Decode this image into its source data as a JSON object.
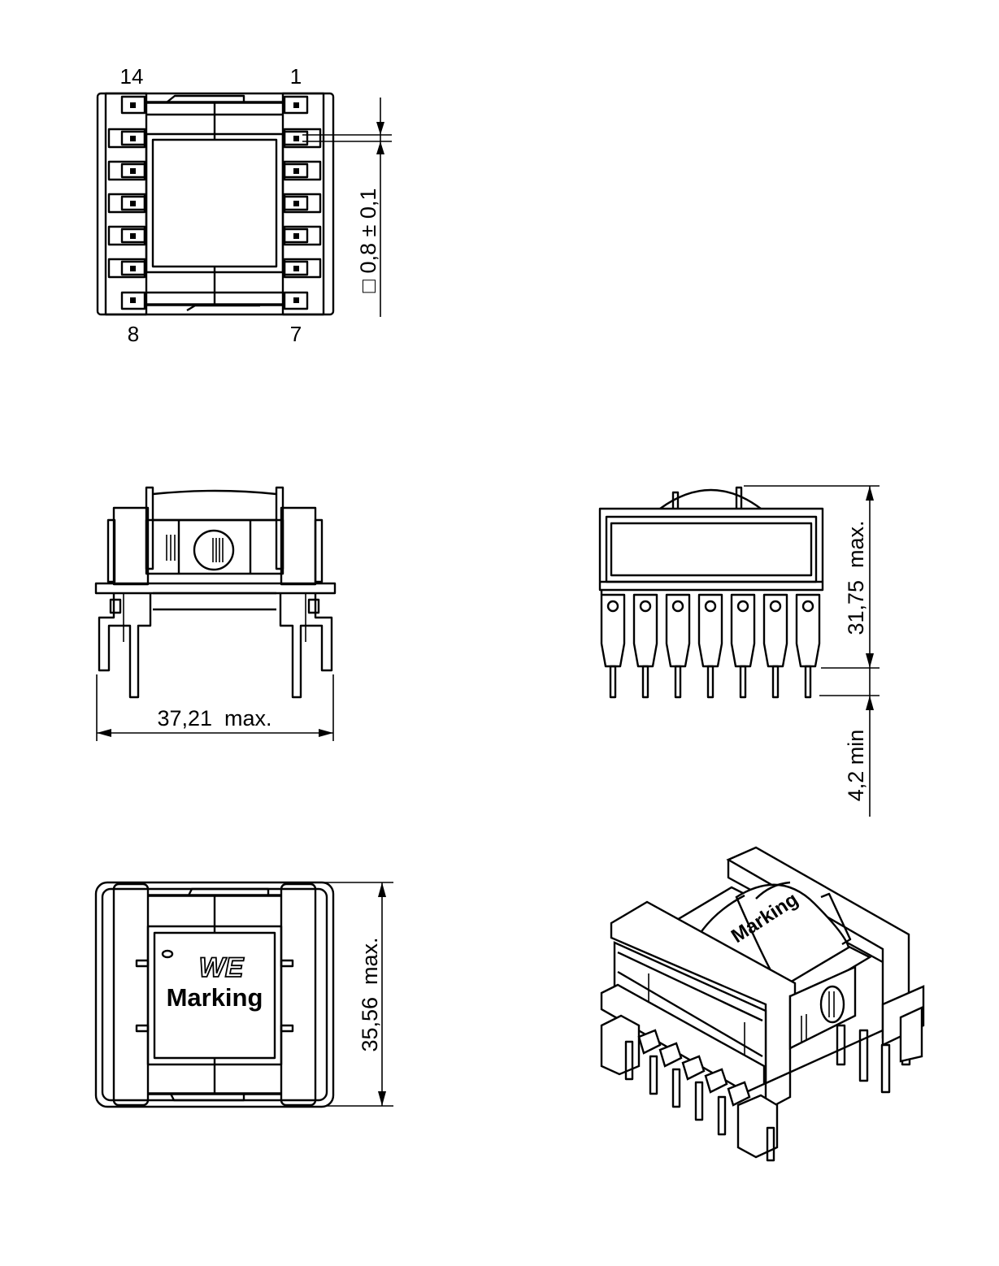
{
  "top_view": {
    "pin_labels": {
      "top_left": "14",
      "top_right": "1",
      "bottom_left": "8",
      "bottom_right": "7"
    },
    "pitch_dimension": "□ 0,8 ± 0,1"
  },
  "front_view": {
    "width_dimension": "37,21  max."
  },
  "side_view": {
    "height_dimension": "31,75  max.",
    "pin_length_dimension": "4,2 min"
  },
  "bottom_view": {
    "logo": "WE",
    "marking": "Marking",
    "depth_dimension": "35,56  max."
  },
  "isometric_view": {
    "marking": "Marking"
  }
}
